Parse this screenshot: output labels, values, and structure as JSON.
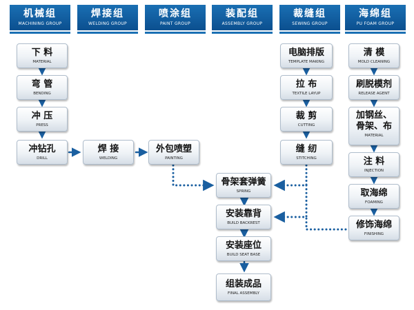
{
  "headers": [
    {
      "zh": "机械组",
      "en": "MACHINING GROUP"
    },
    {
      "zh": "焊接组",
      "en": "WELDING GROUP"
    },
    {
      "zh": "喷涂组",
      "en": "PAINT GROUP"
    },
    {
      "zh": "装配组",
      "en": "ASSEMBLY GROUP"
    },
    {
      "zh": "裁缝组",
      "en": "SEWING GROUP"
    },
    {
      "zh": "海绵组",
      "en": "PU FOAM GROUP"
    }
  ],
  "machining": [
    {
      "zh": "下 料",
      "en": "MATERIAL"
    },
    {
      "zh": "弯 管",
      "en": "BENDING"
    },
    {
      "zh": "冲 压",
      "en": "PRESS"
    },
    {
      "zh": "冲钻孔",
      "en": "DRILL"
    }
  ],
  "welding": {
    "zh": "焊 接",
    "en": "WELDING"
  },
  "painting": {
    "zh": "外包喷塑",
    "en": "PAINTING"
  },
  "assembly": [
    {
      "zh": "骨架套弹簧",
      "en": "SPRING"
    },
    {
      "zh": "安装靠背",
      "en": "BUILD BACKREST"
    },
    {
      "zh": "安装座位",
      "en": "BUILD SEAT BASE"
    },
    {
      "zh": "组装成品",
      "en": "FINAL ASSEMBLY"
    }
  ],
  "sewing": [
    {
      "zh": "电脑排版",
      "en": "TEMPLATE MAKING"
    },
    {
      "zh": "拉 布",
      "en": "TEXTILE LAYUP"
    },
    {
      "zh": "裁 剪",
      "en": "CUTTING"
    },
    {
      "zh": "缝 纫",
      "en": "STITCHING"
    }
  ],
  "foam": [
    {
      "zh": "清 模",
      "en": "MOLD CLEANING"
    },
    {
      "zh": "刷脱模剂",
      "en": "RELEASE AGENT"
    },
    {
      "zh1": "加钢丝、",
      "zh2": "骨架、布",
      "en": "MATERIAL"
    },
    {
      "zh": "注 料",
      "en": "INJECTION"
    },
    {
      "zh": "取海绵",
      "en": "FOAMING"
    },
    {
      "zh": "修饰海绵",
      "en": "FINISHING"
    }
  ],
  "colors": {
    "header": "#1a6fb3",
    "arrow": "#1a5fa0"
  }
}
